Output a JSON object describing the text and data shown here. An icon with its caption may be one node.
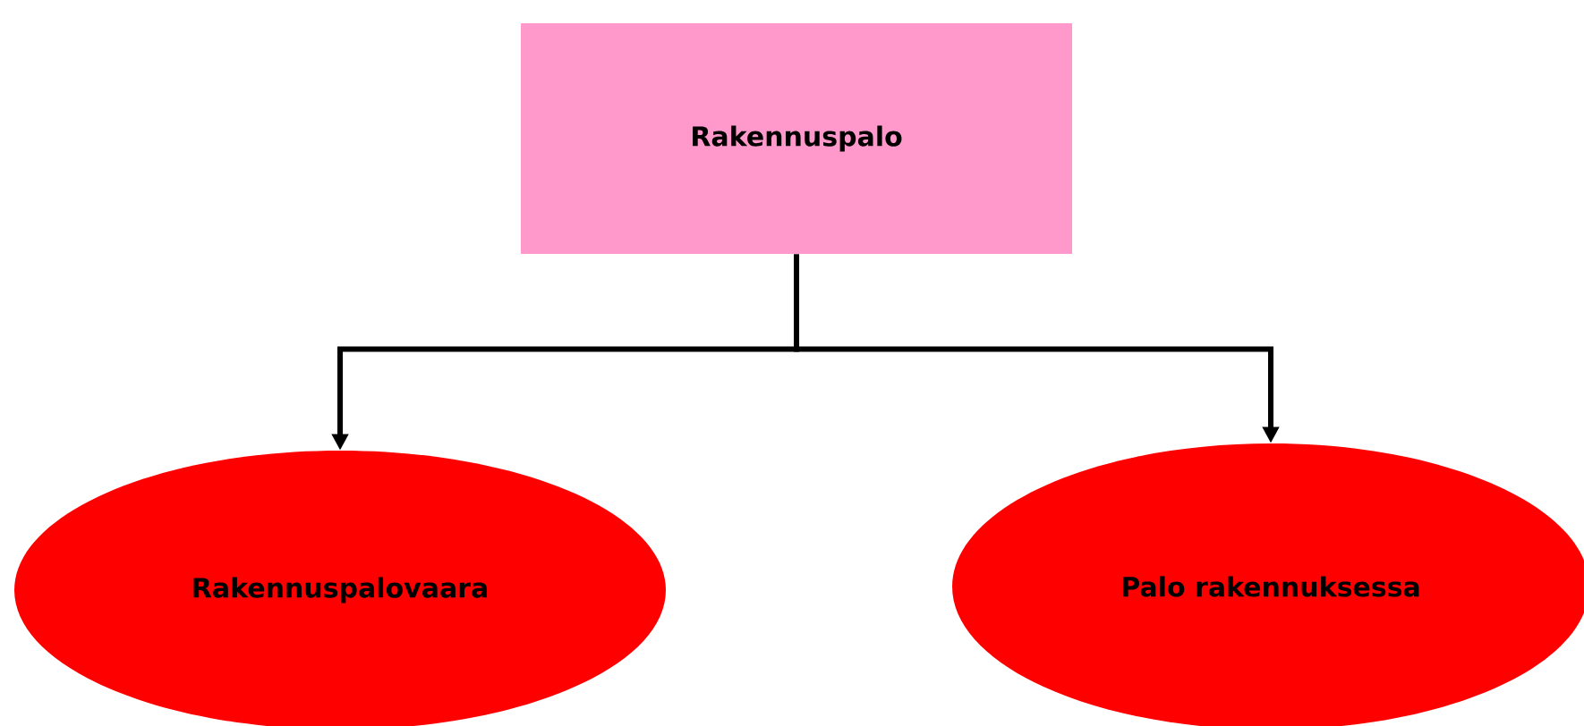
{
  "diagram": {
    "nodes": [
      {
        "text": [
          "Rakennuspalo"
        ]
      },
      {
        "text": [
          "Rakennuspalovaara"
        ]
      },
      {
        "text": [
          "Palo rakennuksessa"
        ]
      }
    ],
    "edges": [
      {
        "from": 0,
        "to": 1,
        "arrow": "to"
      },
      {
        "from": 0,
        "to": 2,
        "arrow": "to"
      }
    ]
  }
}
